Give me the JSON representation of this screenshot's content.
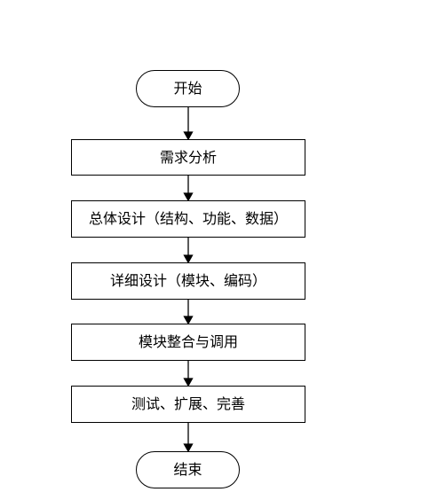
{
  "flowchart": {
    "start": "开始",
    "step1": "需求分析",
    "step2": "总体设计（结构、功能、数据）",
    "step3": "详细设计（模块、编码）",
    "step4": "模块整合与调用",
    "step5": "测试、扩展、完善",
    "end": "结束"
  }
}
